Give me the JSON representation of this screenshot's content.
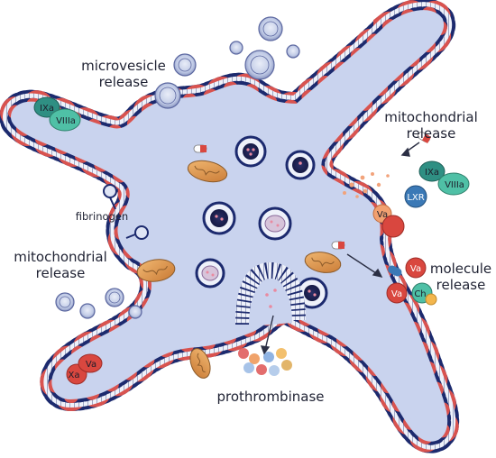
{
  "labels": {
    "microvesicle": [
      "microvesicle",
      "release"
    ],
    "mito_top": [
      "mitochondrial",
      "release"
    ],
    "mito_left": [
      "mitochondrial",
      "release"
    ],
    "fibrinogen": "fibrinogen",
    "molecule": [
      "molecule",
      "release"
    ],
    "prothrombinase": "prothrombinase"
  },
  "molecules": {
    "ixa_topleft": "IXa",
    "viiia_topleft": "VIIIa",
    "ixa_right": "IXa",
    "viiia_right": "VIIIa",
    "lxr": "LXR",
    "va_right": "Va",
    "va_mol1": "Va",
    "va_mol2": "Va",
    "ch": "Ch",
    "xa": "Xa",
    "va_bottomleft": "Va"
  },
  "colors": {
    "cytoplasm": "#c9d3ee",
    "membrane_dark": "#1c2a6e",
    "membrane_red": "#d9534f",
    "ixa": "#2f8f83",
    "viiia": "#4fc0a6",
    "va": "#d9473f",
    "lxr": "#3b79b6",
    "mitochondria": "#e7a25a"
  }
}
